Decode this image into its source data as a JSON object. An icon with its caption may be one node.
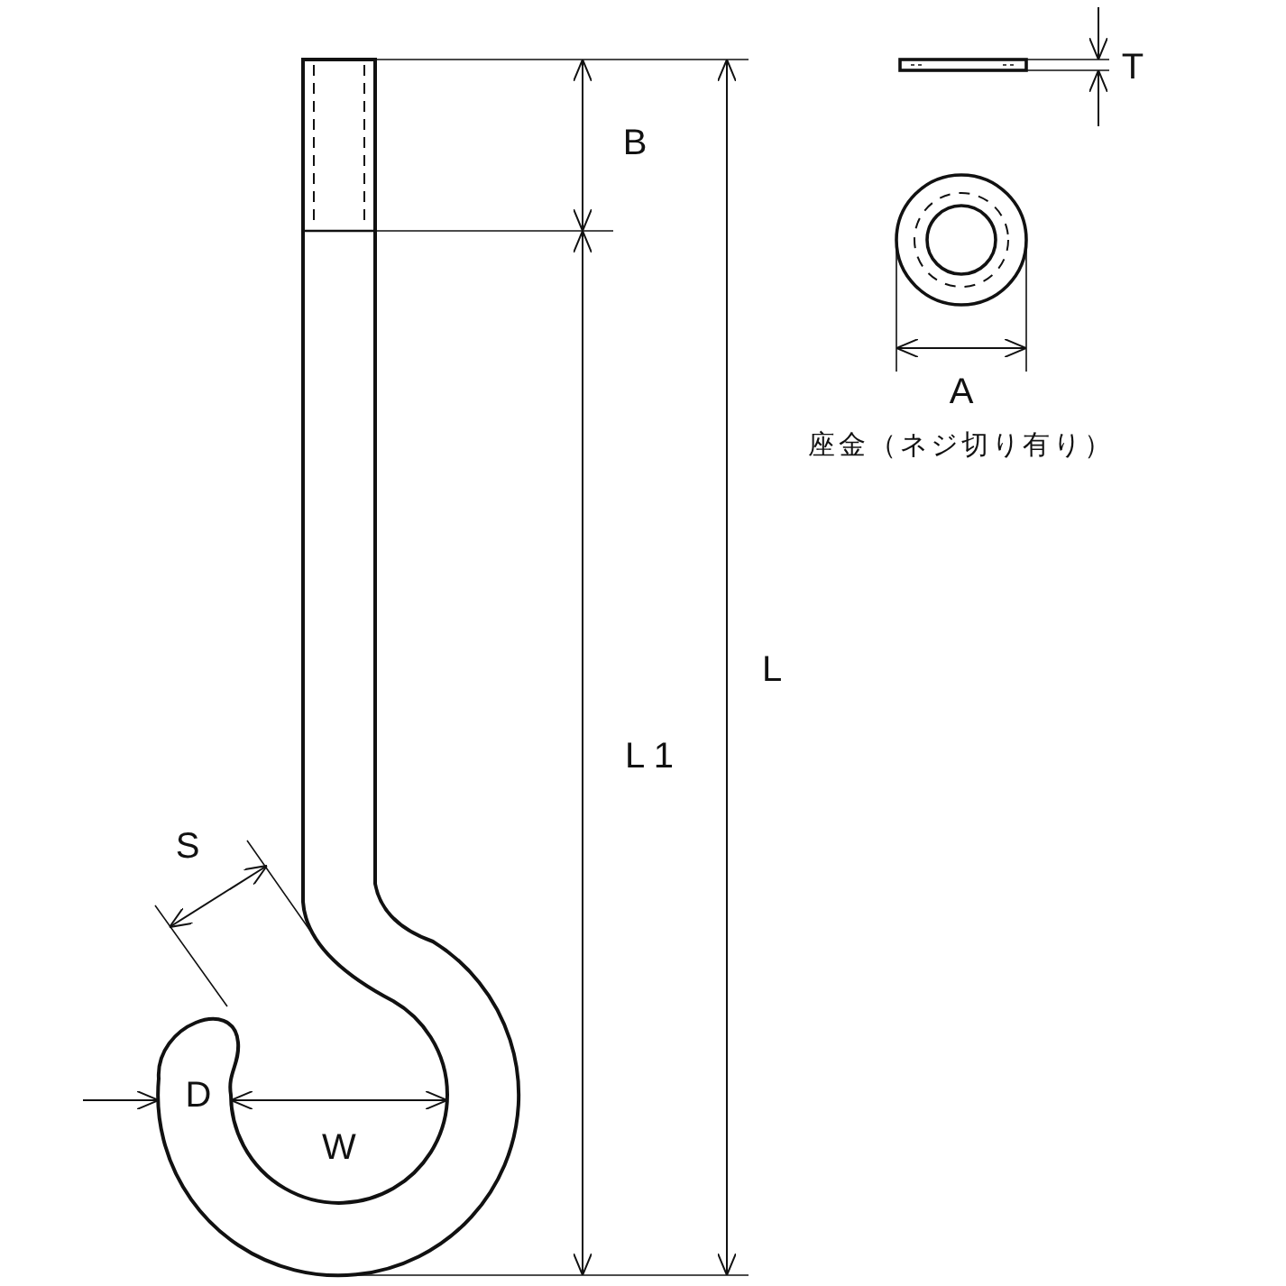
{
  "diagram": {
    "labels": [
      "T",
      "B",
      "A",
      "座金（ネジ切り有り）",
      "L",
      "L 1",
      "S",
      "D",
      "W"
    ]
  }
}
